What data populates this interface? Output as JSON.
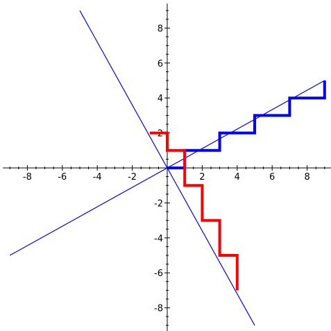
{
  "chart_data": {
    "type": "line",
    "title": "",
    "xlabel": "",
    "ylabel": "",
    "xlim": [
      -9.4,
      9.4
    ],
    "ylim": [
      -9.4,
      9.4
    ],
    "grid": false,
    "legend": "none",
    "xticks": [
      -8,
      -6,
      -4,
      -2,
      2,
      4,
      6,
      8
    ],
    "yticks": [
      -8,
      -6,
      -4,
      -2,
      2,
      4,
      6,
      8
    ],
    "xtick_labels": [
      "-8",
      "-6",
      "-4",
      "-2",
      "2",
      "4",
      "6",
      "8"
    ],
    "ytick_labels": [
      "-8",
      "-6",
      "-4",
      "-2",
      "2",
      "4",
      "6",
      "8"
    ],
    "series": [
      {
        "kind": "line",
        "color": "#0000ff",
        "x": [
          -9,
          9
        ],
        "y": [
          -5,
          5
        ]
      },
      {
        "kind": "line",
        "color": "#0000ff",
        "x": [
          -5,
          5
        ],
        "y": [
          9,
          -9
        ]
      },
      {
        "kind": "step",
        "color": "#0000ff",
        "x": [
          0,
          1,
          1,
          3,
          3,
          5,
          5,
          7,
          7,
          9,
          9
        ],
        "y": [
          0,
          0,
          1,
          1,
          2,
          2,
          3,
          3,
          4,
          4,
          5
        ]
      },
      {
        "kind": "step",
        "color": "#ff0000",
        "x": [
          -1,
          0,
          0,
          1,
          1,
          2,
          2,
          3,
          3,
          4,
          4
        ],
        "y": [
          2,
          2,
          1,
          1,
          -1,
          -1,
          -3,
          -3,
          -5,
          -5,
          -7
        ]
      }
    ]
  }
}
